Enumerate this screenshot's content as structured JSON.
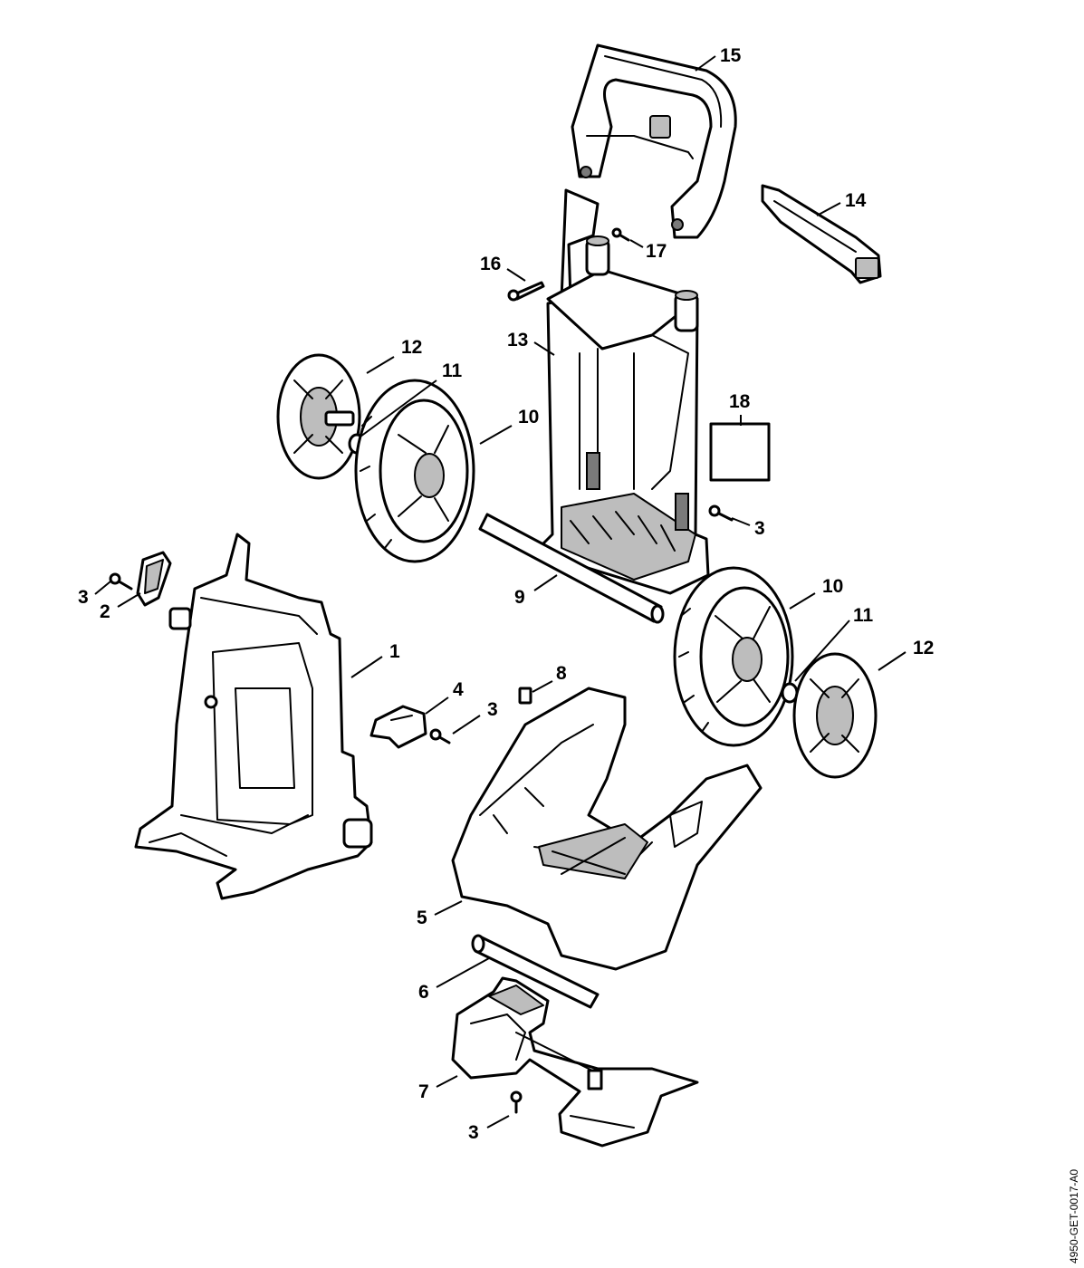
{
  "callouts": {
    "c1": "1",
    "c2": "2",
    "c3a": "3",
    "c3b": "3",
    "c3c": "3",
    "c3d": "3",
    "c4": "4",
    "c5": "5",
    "c6": "6",
    "c7": "7",
    "c8": "8",
    "c9": "9",
    "c10a": "10",
    "c10b": "10",
    "c11a": "11",
    "c11b": "11",
    "c12a": "12",
    "c12b": "12",
    "c13": "13",
    "c14": "14",
    "c15": "15",
    "c16": "16",
    "c17": "17",
    "c18": "18"
  },
  "document_id": "4950-GET-0017-A0"
}
